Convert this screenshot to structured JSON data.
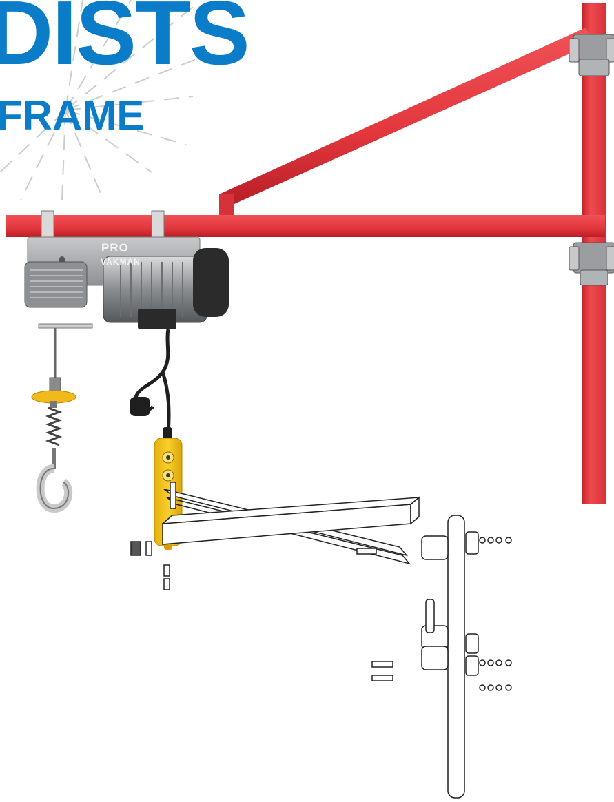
{
  "headline": "DISTS",
  "subheadline": "FRAME",
  "hoist_brand": {
    "logo": "PRO",
    "name": "VAKMAN"
  },
  "colors": {
    "title_blue": "#0a7cc8",
    "frame_red": "#e53a3f",
    "hoist_gray": "#a9abad",
    "motor_black": "#2a2a2a",
    "pendant_yellow": "#f4c21a",
    "hook_plate_yellow": "#f2b91b"
  }
}
